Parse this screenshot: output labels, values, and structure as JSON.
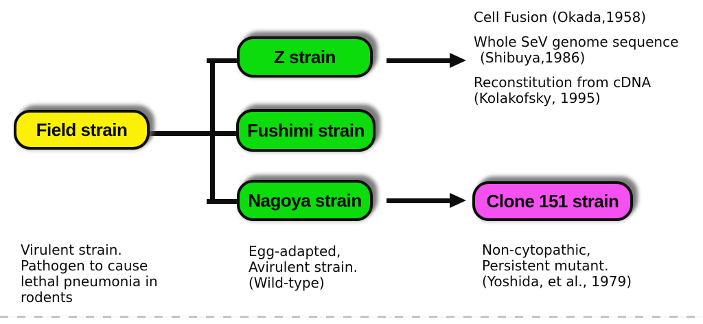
{
  "diagram": {
    "title_implicit": "Sendai virus strain lineage",
    "nodes": {
      "field": {
        "label": "Field strain",
        "color": "#FBF106"
      },
      "z": {
        "label": "Z strain",
        "color": "#0CDB0C"
      },
      "fushimi": {
        "label": "Fushimi strain",
        "color": "#0CDB0C"
      },
      "nagoya": {
        "label": "Nagoya strain",
        "color": "#0CDB0C"
      },
      "clone151": {
        "label": "Clone 151 strain",
        "color": "#F551F0"
      }
    },
    "references": {
      "cell_fusion": "Cell Fusion (Okada,1958)",
      "genome_seq_line1": "Whole SeV genome sequence",
      "genome_seq_line2": "(Shibuya,1986)",
      "reconstitution_line1": "Reconstitution from cDNA",
      "reconstitution_line2": "(Kolakofsky, 1995)"
    },
    "notes": {
      "field": {
        "lines": [
          "Virulent strain.",
          "Pathogen to cause",
          "lethal pneumonia in",
          "rodents"
        ]
      },
      "egg": {
        "lines": [
          "Egg-adapted,",
          "Avirulent strain.",
          "(Wild-type)"
        ]
      },
      "clone": {
        "lines": [
          "Non-cytopathic,",
          "Persistent mutant.",
          "(Yoshida, et al., 1979)"
        ]
      }
    },
    "colors": {
      "line": "#0d0d0d",
      "background": "#ffffff"
    }
  }
}
